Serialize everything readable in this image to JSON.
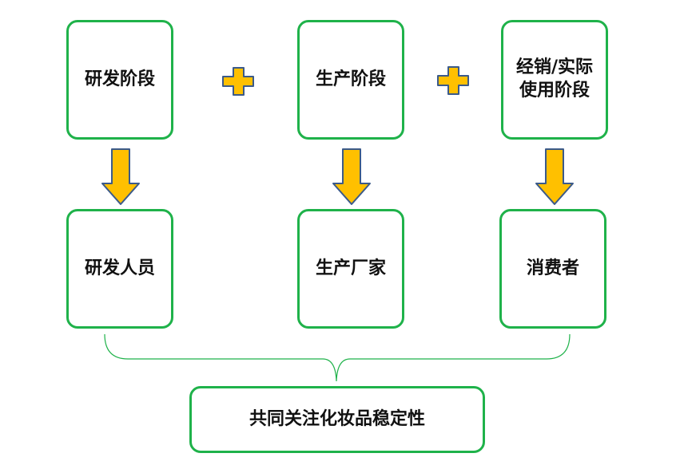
{
  "stages": [
    {
      "label": "研发阶段"
    },
    {
      "label": "生产阶段"
    },
    {
      "label_line1": "经销/实际",
      "label_line2": "使用阶段"
    }
  ],
  "roles": [
    {
      "label": "研发人员"
    },
    {
      "label": "生产厂家"
    },
    {
      "label": "消费者"
    }
  ],
  "conclusion": {
    "label": "共同关注化妆品稳定性"
  },
  "colors": {
    "box_border": "#1fb24a",
    "arrow_fill": "#ffc000",
    "arrow_stroke": "#3b5a8a",
    "brace": "#1fb24a",
    "text": "#111111"
  },
  "icons": [
    "plus-icon",
    "down-arrow-icon",
    "brace-icon"
  ]
}
